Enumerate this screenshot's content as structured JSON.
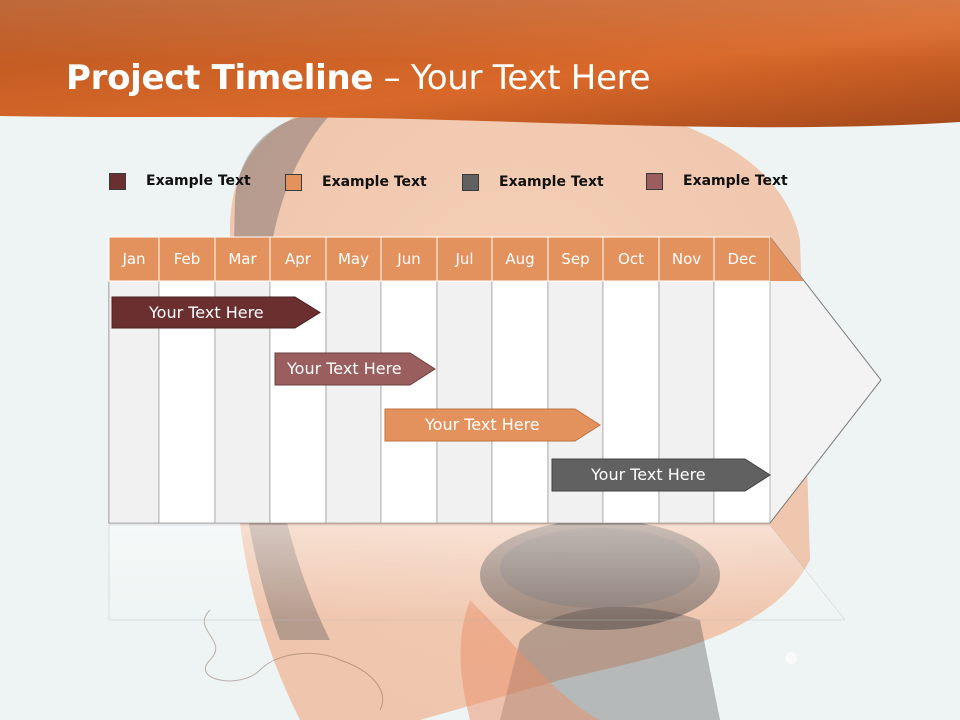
{
  "slide": {
    "title_bold": "Project Timeline",
    "title_rest": " – Your Text Here"
  },
  "legend": [
    {
      "label": "Example Text",
      "color": "#6b2f2f"
    },
    {
      "label": "Example Text",
      "color": "#e3925e"
    },
    {
      "label": "Example Text",
      "color": "#616161"
    },
    {
      "label": "Example Text",
      "color": "#9a5e5e"
    }
  ],
  "months": [
    "Jan",
    "Feb",
    "Mar",
    "Apr",
    "May",
    "Jun",
    "Jul",
    "Aug",
    "Sep",
    "Oct",
    "Nov",
    "Dec"
  ],
  "bars": [
    {
      "label": "Your  Text Here",
      "color": "#6b2f2f"
    },
    {
      "label": "Your  Text Here",
      "color": "#9a5e5e"
    },
    {
      "label": "Your  Text Here",
      "color": "#e3925e"
    },
    {
      "label": "Your  Text Here",
      "color": "#616161"
    }
  ],
  "colors": {
    "header_orange": "#d9692a",
    "month_header": "#e3925e",
    "grid_light": "#f1f1f1",
    "grid_white": "#ffffff"
  }
}
